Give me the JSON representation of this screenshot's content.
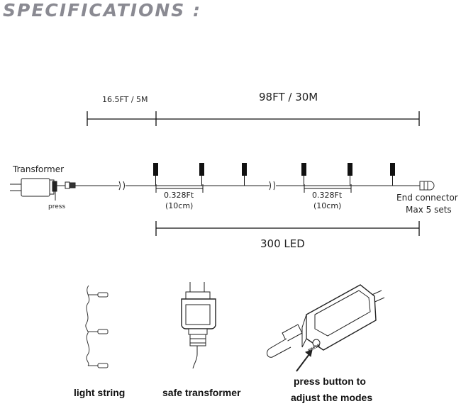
{
  "heading": "SPECIFICATIONS :",
  "diagram": {
    "lead_length": "16.5FT / 5M",
    "string_length": "98FT / 30M",
    "transformer_label": "Transformer",
    "press_label": "press",
    "spacing_1_ft": "0.328Ft",
    "spacing_1_cm": "(10cm)",
    "spacing_2_ft": "0.328Ft",
    "spacing_2_cm": "(10cm)",
    "end_connector": "End connector",
    "max_sets": "Max 5 sets",
    "led_count": "300 LED"
  },
  "illustrations": {
    "light_string": "light string",
    "safe_transformer": "safe transformer",
    "press_line1": "press button to",
    "press_line2": "adjust the modes",
    "press_text_on_box": "PRESS"
  }
}
